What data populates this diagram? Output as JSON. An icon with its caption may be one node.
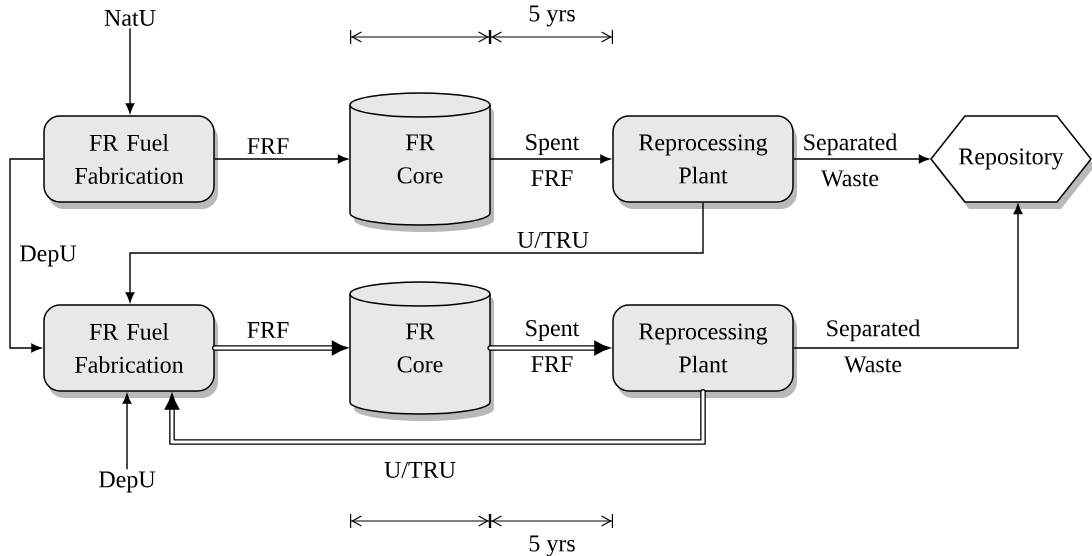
{
  "diagram": {
    "nodes": [
      {
        "text": [
          "FR Fuel Fabrication"
        ]
      },
      {
        "text": [
          "FR Core"
        ]
      },
      {
        "text": [
          "Reprocessing Plant"
        ]
      },
      {
        "text": [
          "Repository"
        ]
      },
      {
        "text": [
          "FR Fuel Fabrication"
        ]
      },
      {
        "text": [
          "FR Core"
        ]
      },
      {
        "text": [
          "Reprocessing Plant"
        ]
      },
      {
        "text": [
          "NatU"
        ]
      },
      {
        "text": [
          "DepU"
        ]
      }
    ],
    "edges": [
      {
        "from": 7,
        "to": 0,
        "arrow": "to"
      },
      {
        "from": 0,
        "to": 1,
        "arrow": "to",
        "label": "FRF"
      },
      {
        "from": 1,
        "to": 2,
        "arrow": "to",
        "label": "Spent FRF"
      },
      {
        "from": 2,
        "to": 3,
        "arrow": "to",
        "label": "Separated Waste"
      },
      {
        "from": 2,
        "to": 4,
        "arrow": "to",
        "label": "U/TRU"
      },
      {
        "from": 0,
        "to": 4,
        "arrow": "to",
        "label": "DepU"
      },
      {
        "from": 4,
        "to": 5,
        "arrow": "to",
        "label": "FRF",
        "style": "thick"
      },
      {
        "from": 5,
        "to": 6,
        "arrow": "to",
        "label": "Spent FRF",
        "style": "thick"
      },
      {
        "from": 6,
        "to": 3,
        "arrow": "to",
        "label": "Separated Waste"
      },
      {
        "from": 6,
        "to": 4,
        "arrow": "to",
        "label": "U/TRU",
        "style": "thick"
      },
      {
        "from": 8,
        "to": 4,
        "arrow": "to"
      }
    ],
    "labels": [
      "5 yrs",
      "5 yrs"
    ]
  }
}
